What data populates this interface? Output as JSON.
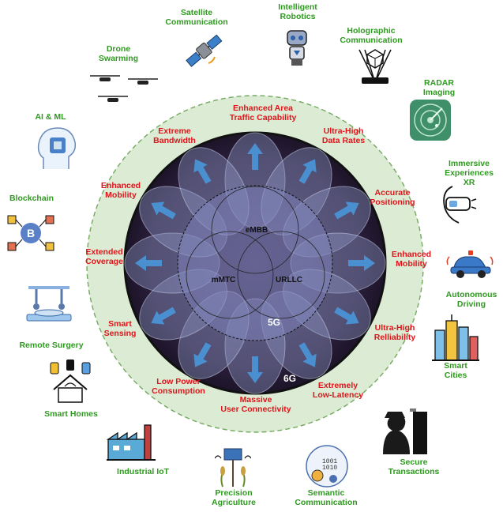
{
  "core": {
    "circles": [
      "eMBB",
      "mMTC",
      "URLLC"
    ],
    "inner_ring_label": "5G",
    "outer_ring_label": "6G"
  },
  "capabilities": [
    "Enhanced Area\nTraffic Capability",
    "Ultra-High\nData Rates",
    "Accurate\nPositioning",
    "Enhanced\nMobility",
    "Ultra-High\nRelliability",
    "Extremely\nLow-Latency",
    "Massive\nUser Connectivity",
    "Low Power\nConsumption",
    "Smart\nSensing",
    "Extended\nCoverage",
    "Enhanced\nMobility",
    "Extreme\nBandwidth"
  ],
  "applications": [
    {
      "label": "Satellite\nCommunication",
      "icon": "satellite-icon"
    },
    {
      "label": "Intelligent\nRobotics",
      "icon": "robot-icon"
    },
    {
      "label": "Holographic\nCommunication",
      "icon": "hologram-icon"
    },
    {
      "label": "RADAR\nImaging",
      "icon": "radar-icon"
    },
    {
      "label": "Immersive\nExperiences XR",
      "icon": "vr-headset-icon"
    },
    {
      "label": "Autonomous\nDriving",
      "icon": "car-icon"
    },
    {
      "label": "Smart Cities",
      "icon": "city-icon"
    },
    {
      "label": "Secure\nTransactions",
      "icon": "spy-icon"
    },
    {
      "label": "Semantic\nCommunication",
      "icon": "semantic-icon"
    },
    {
      "label": "Precision\nAgriculture",
      "icon": "agriculture-icon"
    },
    {
      "label": "Industrial IoT",
      "icon": "factory-icon"
    },
    {
      "label": "Smart Homes",
      "icon": "smart-home-icon"
    },
    {
      "label": "Remote Surgery",
      "icon": "surgery-icon"
    },
    {
      "label": "Blockchain",
      "icon": "blockchain-icon"
    },
    {
      "label": "AI & ML",
      "icon": "ai-head-icon"
    },
    {
      "label": "Drone\nSwarming",
      "icon": "drone-icon"
    }
  ],
  "colors": {
    "application_text": "#2e9a1f",
    "capability_text": "#e0141a",
    "outer_band": "#dcebd3",
    "dark_ring": "#2b1f3c",
    "petal": "#8d95c4",
    "arrow": "#4a8fd0"
  }
}
